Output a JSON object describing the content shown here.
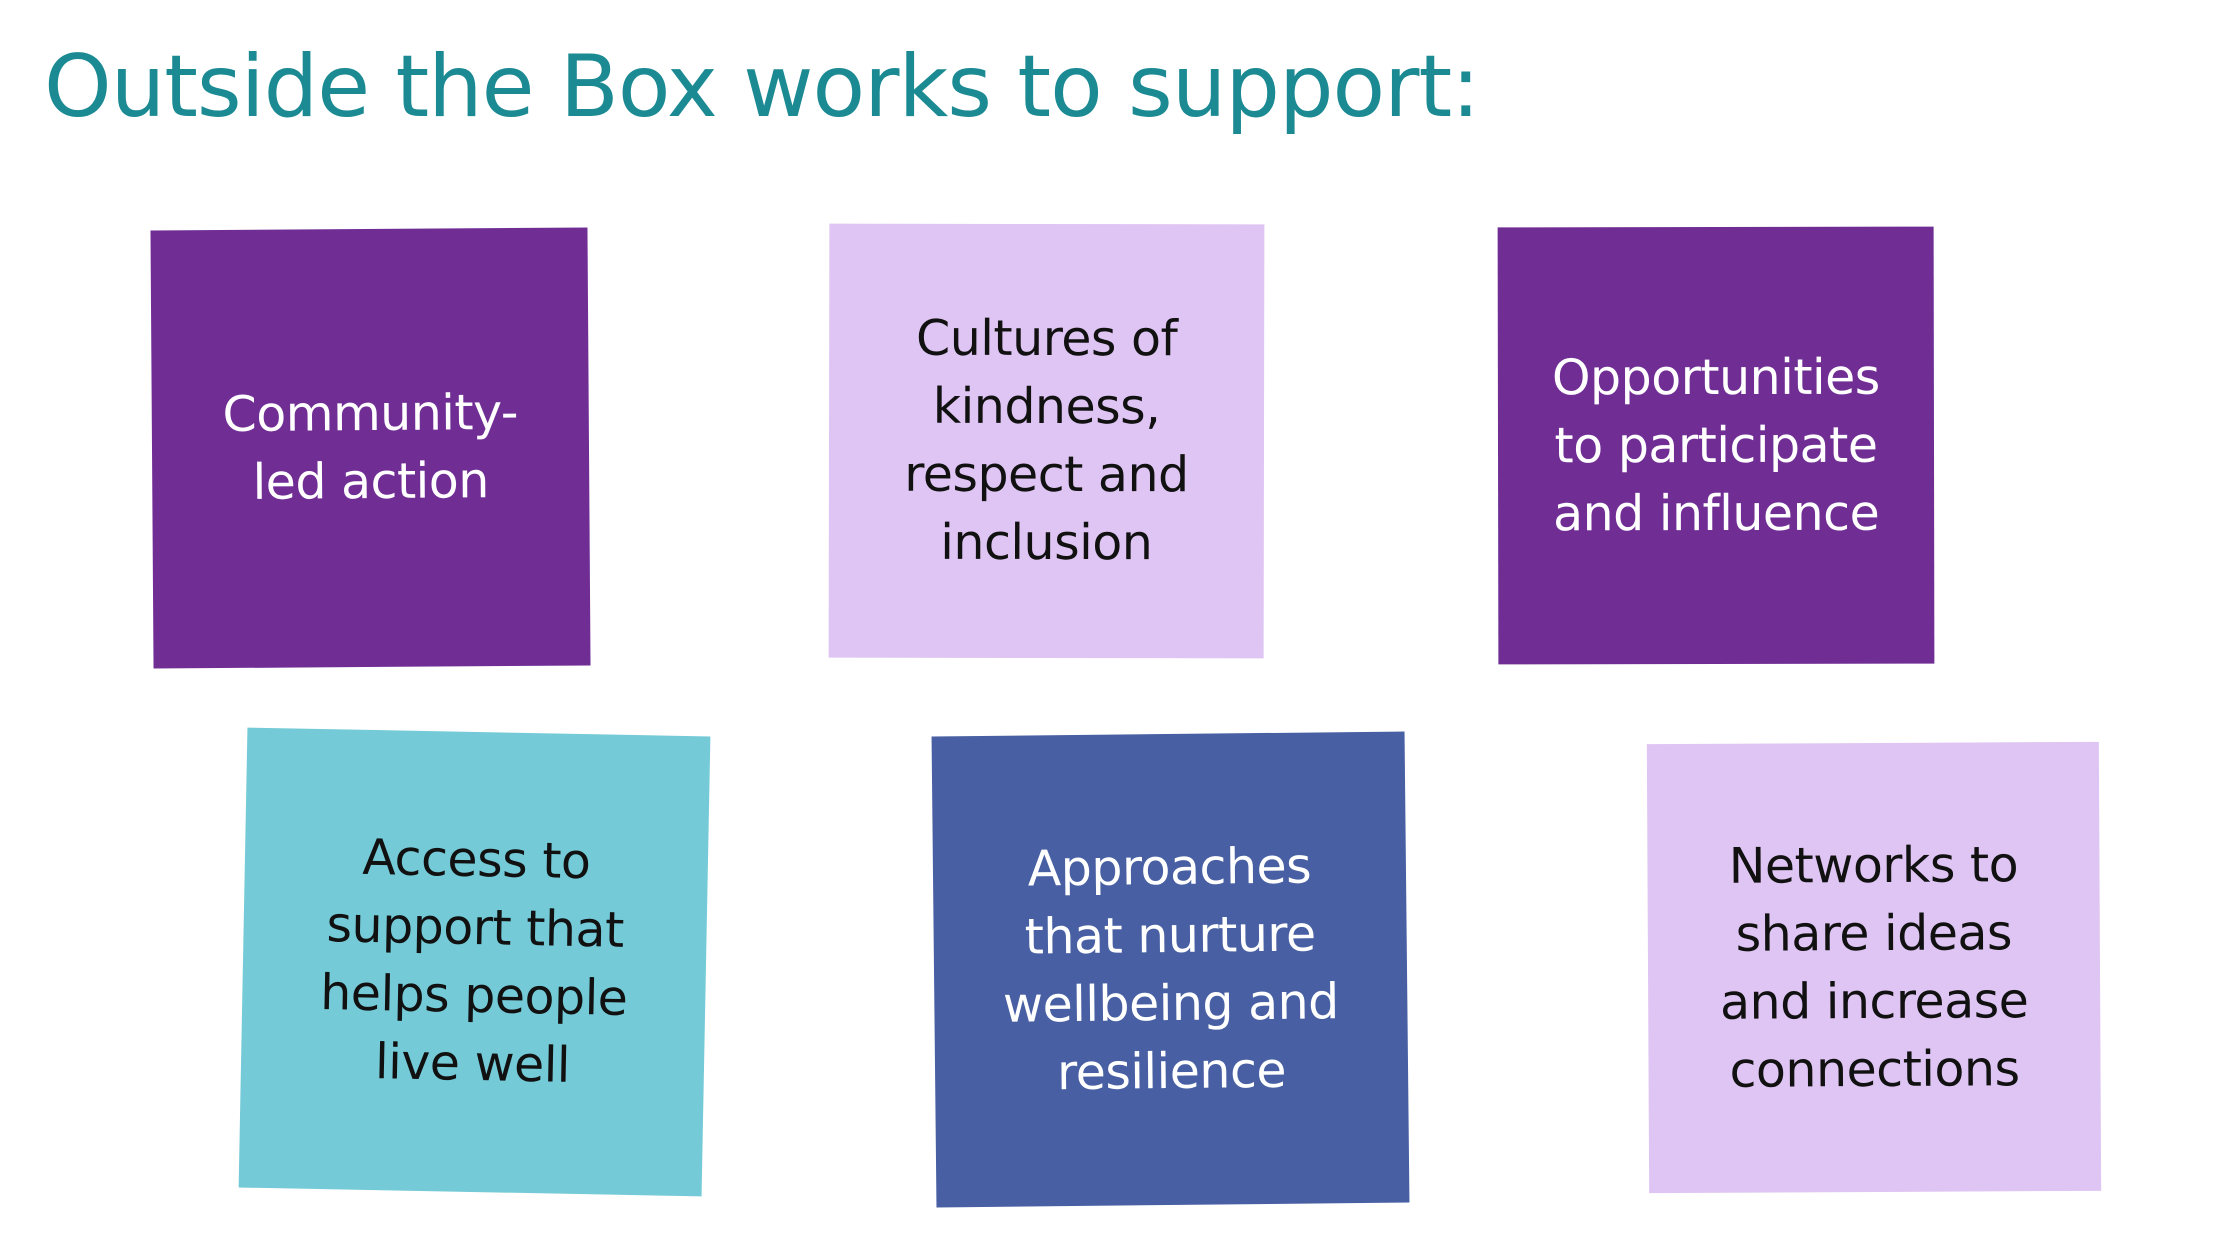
{
  "title": {
    "text": "Outside the Box works to support:",
    "color": "#1b8a93"
  },
  "notes": [
    {
      "text": "Community-\nled action",
      "bg": "#702e95",
      "fg": "#ffffff"
    },
    {
      "text": "Cultures of\nkindness,\nrespect and\ninclusion",
      "bg": "#dfc5f3",
      "fg": "#111111"
    },
    {
      "text": "Opportunities\nto participate\nand influence",
      "bg": "#702e95",
      "fg": "#ffffff"
    },
    {
      "text": "Access to\nsupport that\nhelps people\nlive well",
      "bg": "#74cad7",
      "fg": "#111111"
    },
    {
      "text": "Approaches\nthat nurture\nwellbeing and\nresilience",
      "bg": "#4860a3",
      "fg": "#ffffff"
    },
    {
      "text": "Networks to\nshare ideas\nand increase\nconnections",
      "bg": "#dfc5f3",
      "fg": "#111111"
    }
  ]
}
